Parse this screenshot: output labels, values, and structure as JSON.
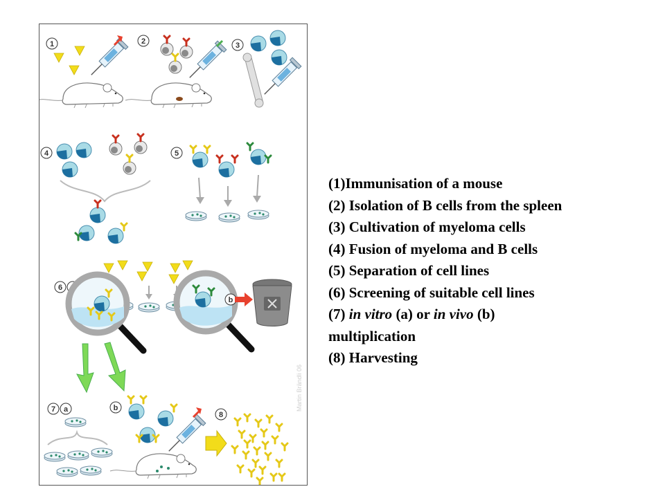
{
  "figure": {
    "step_labels": [
      "1",
      "2",
      "3",
      "4",
      "5",
      "6",
      "a",
      "b",
      "7",
      "a",
      "b",
      "8"
    ],
    "watermark": "Martin Brändli 06"
  },
  "caption": {
    "line1": "(1)Immunisation of a mouse",
    "line2": "(2) Isolation of B cells from the spleen",
    "line3": "(3) Cultivation of myeloma cells",
    "line4": "(4) Fusion of myeloma and B cells",
    "line5": "(5) Separation of cell lines",
    "line6": "(6) Screening of suitable cell lines",
    "line7_a": "(7) ",
    "line7_b": "in vitro",
    "line7_c": " (a) or ",
    "line7_d": "in vivo",
    "line7_e": " (b)",
    "line8": "multiplication",
    "line9": "(8) Harvesting"
  },
  "colors": {
    "cell_light": "#a9dbe6",
    "cell_dark": "#1c6fa0",
    "antibody_yellow": "#f2dc1a",
    "arrow_green": "#7ed957",
    "arrow_red": "#e8412e",
    "bin_gray": "#8c8c8c"
  }
}
